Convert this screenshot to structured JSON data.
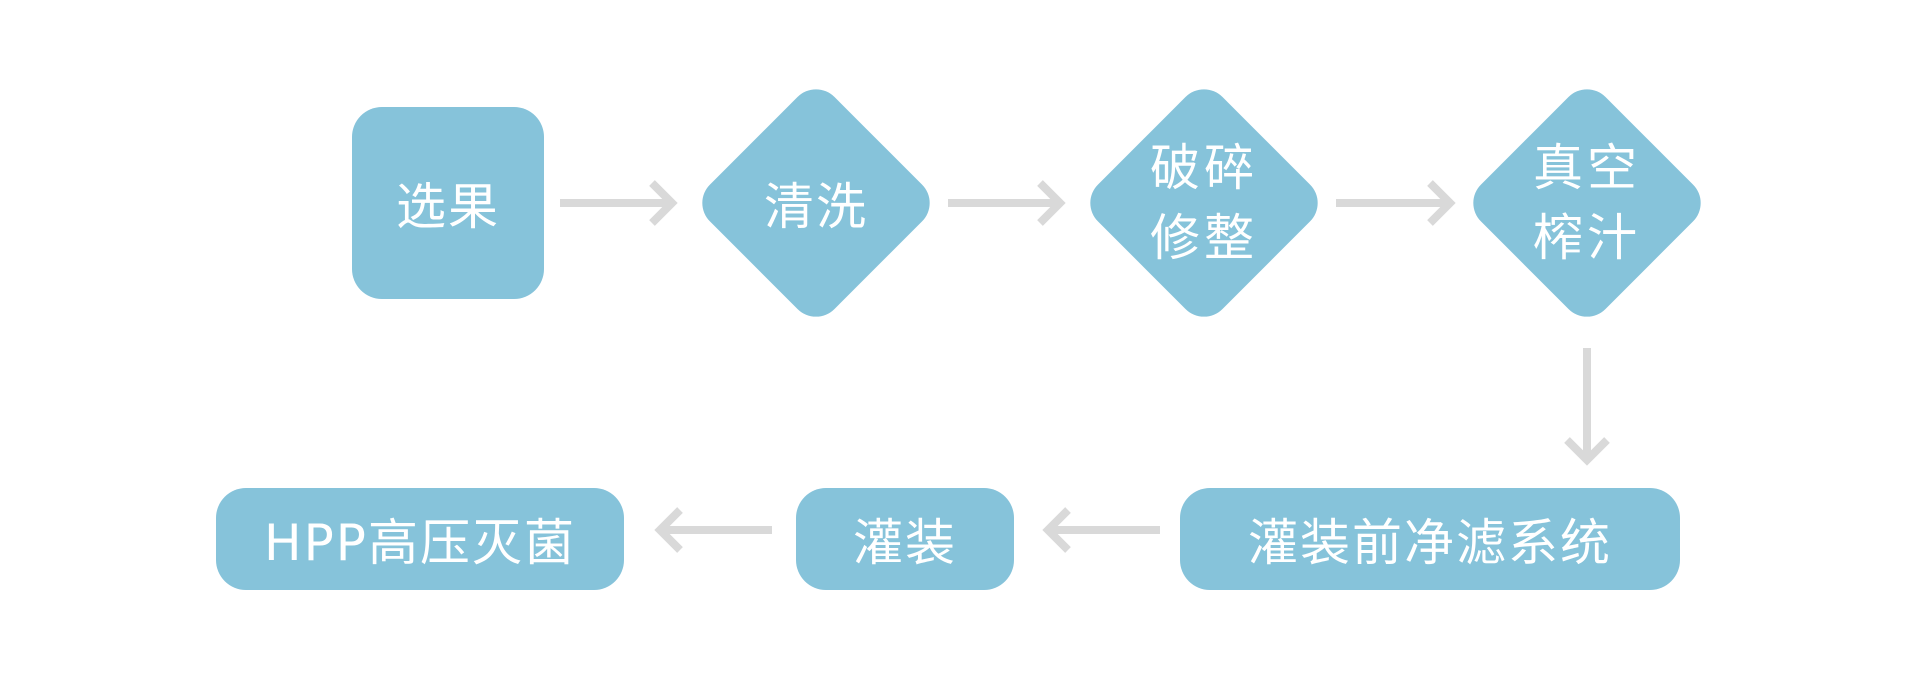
{
  "colors": {
    "node_fill": "#86c3da",
    "node_text": "#ffffff",
    "arrow": "#d9d9d9",
    "background": "#ffffff"
  },
  "nodes": {
    "select": {
      "label": "选果",
      "shape": "rounded-square"
    },
    "wash": {
      "label": "清洗",
      "shape": "diamond"
    },
    "crush": {
      "label": "破碎修整",
      "shape": "diamond"
    },
    "press": {
      "label": "真空榨汁",
      "shape": "diamond"
    },
    "filter": {
      "label": "灌装前净滤系统",
      "shape": "pill"
    },
    "fill": {
      "label": "灌装",
      "shape": "pill"
    },
    "hpp": {
      "label": "HPP高压灭菌",
      "shape": "pill"
    }
  },
  "edges": [
    {
      "from": "select",
      "to": "wash"
    },
    {
      "from": "wash",
      "to": "crush"
    },
    {
      "from": "crush",
      "to": "press"
    },
    {
      "from": "press",
      "to": "filter"
    },
    {
      "from": "filter",
      "to": "fill"
    },
    {
      "from": "fill",
      "to": "hpp"
    }
  ]
}
